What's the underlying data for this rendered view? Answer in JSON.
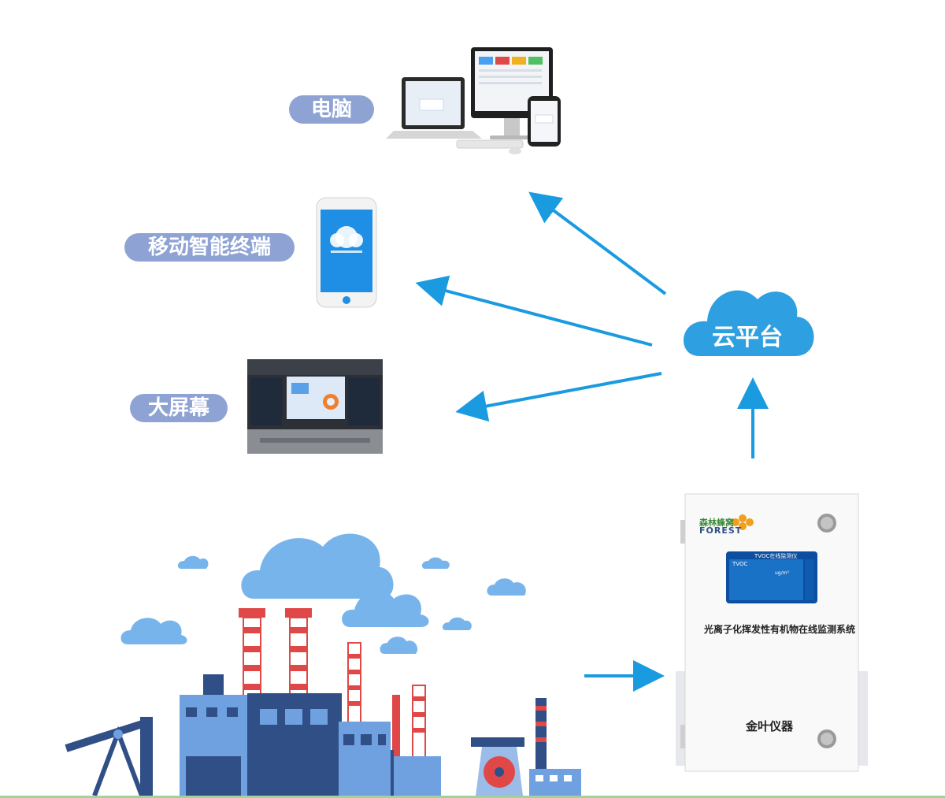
{
  "labels": {
    "computer": "电脑",
    "mobile": "移动智能终端",
    "screen": "大屏幕",
    "cloud": "云平台"
  },
  "device": {
    "brand_cn": "森林蜂窝",
    "brand_en": "FOREST",
    "screen_title": "TVOC在线监测仪",
    "screen_param": "TVOC",
    "screen_unit": "ug/m³",
    "product_name": "光离子化挥发性有机物在线监测系统",
    "maker": "金叶仪器"
  },
  "colors": {
    "arrow": "#1a9be0",
    "pill": "#8ea3d4",
    "cloud": "#2e9fe0",
    "factory_blue": "#6fa0e0",
    "factory_dark": "#2f4f86",
    "sky_cloud": "#78b4ec"
  }
}
